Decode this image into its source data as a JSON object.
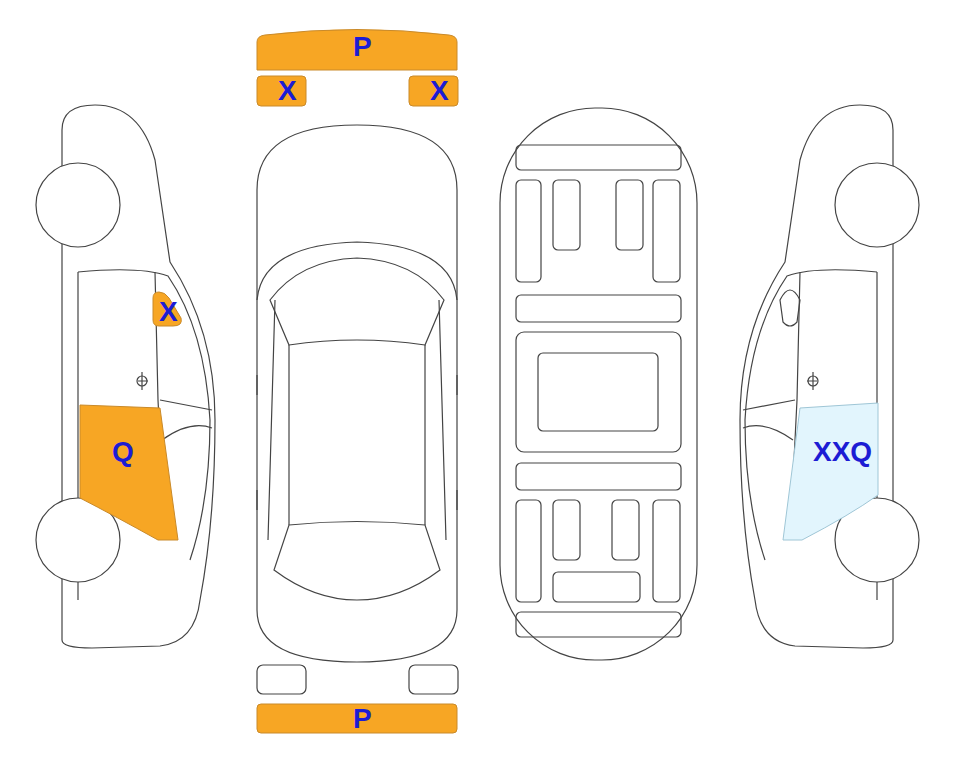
{
  "diagram": {
    "nodes": [
      {
        "text": [
          "P"
        ]
      },
      {
        "text": [
          "X"
        ]
      },
      {
        "text": [
          "X"
        ]
      },
      {
        "text": [
          "X"
        ]
      },
      {
        "text": [
          "Q"
        ]
      },
      {
        "text": [
          "XXQ"
        ]
      },
      {
        "text": [
          "P"
        ]
      }
    ]
  }
}
